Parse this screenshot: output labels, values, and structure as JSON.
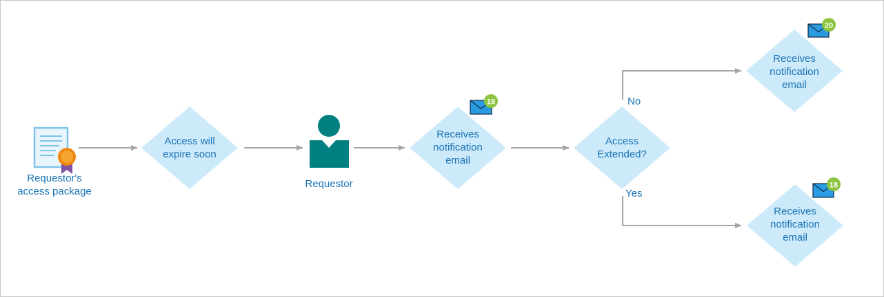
{
  "colors": {
    "diamond_fill": "#cdeafa",
    "text": "#1b74b6",
    "arrow": "#a6a6a6",
    "person": "#008080",
    "badge": "#8cc43f",
    "envelope": "#2a9be0"
  },
  "nodes": {
    "package": {
      "line1": "Requestor's",
      "line2": "access package",
      "icon": "certificate-icon"
    },
    "expire": {
      "line1": "Access will",
      "line2": "expire soon"
    },
    "requestor": {
      "label": "Requestor",
      "icon": "person-icon"
    },
    "notify_19": {
      "line1": "Receives",
      "line2": "notification",
      "line3": "email",
      "badge": "19",
      "icon": "envelope-icon"
    },
    "decision": {
      "line1": "Access",
      "line2": "Extended?"
    },
    "notify_20": {
      "line1": "Receives",
      "line2": "notification",
      "line3": "email",
      "badge": "20",
      "icon": "envelope-icon"
    },
    "notify_18": {
      "line1": "Receives",
      "line2": "notification",
      "line3": "email",
      "badge": "18",
      "icon": "envelope-icon"
    }
  },
  "edges": {
    "no": "No",
    "yes": "Yes"
  }
}
